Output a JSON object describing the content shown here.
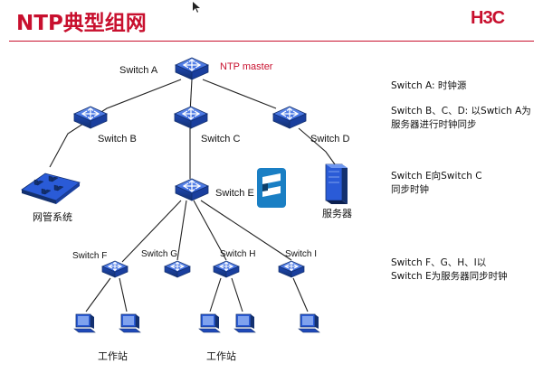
{
  "slide": {
    "title": "NTP典型组网",
    "logo": "H3C"
  },
  "nodes": {
    "switch_a": "Switch A",
    "ntp_master": "NTP master",
    "switch_b": "Switch B",
    "switch_c": "Switch C",
    "switch_d": "Switch D",
    "switch_e": "Switch E",
    "switch_f": "Switch F",
    "switch_g": "Switch G",
    "switch_h": "Switch H",
    "switch_i": "Switch I",
    "nms": "网管系统",
    "server": "服务器",
    "workstation_1": "工作站",
    "workstation_2": "工作站"
  },
  "notes": [
    [
      "Switch A: 时钟源"
    ],
    [
      "Switch B、C、D: 以Swtich A为",
      "服务器进行时钟同步"
    ],
    [
      "Switch E向Switch C",
      "同步时钟"
    ],
    [
      "Switch F、G、H、I以",
      "Switch E为服务器同步时钟"
    ]
  ],
  "colors": {
    "brand": "#c8102e",
    "device": "#2a5bd7",
    "device_dark": "#13306f",
    "link": "#222222"
  }
}
